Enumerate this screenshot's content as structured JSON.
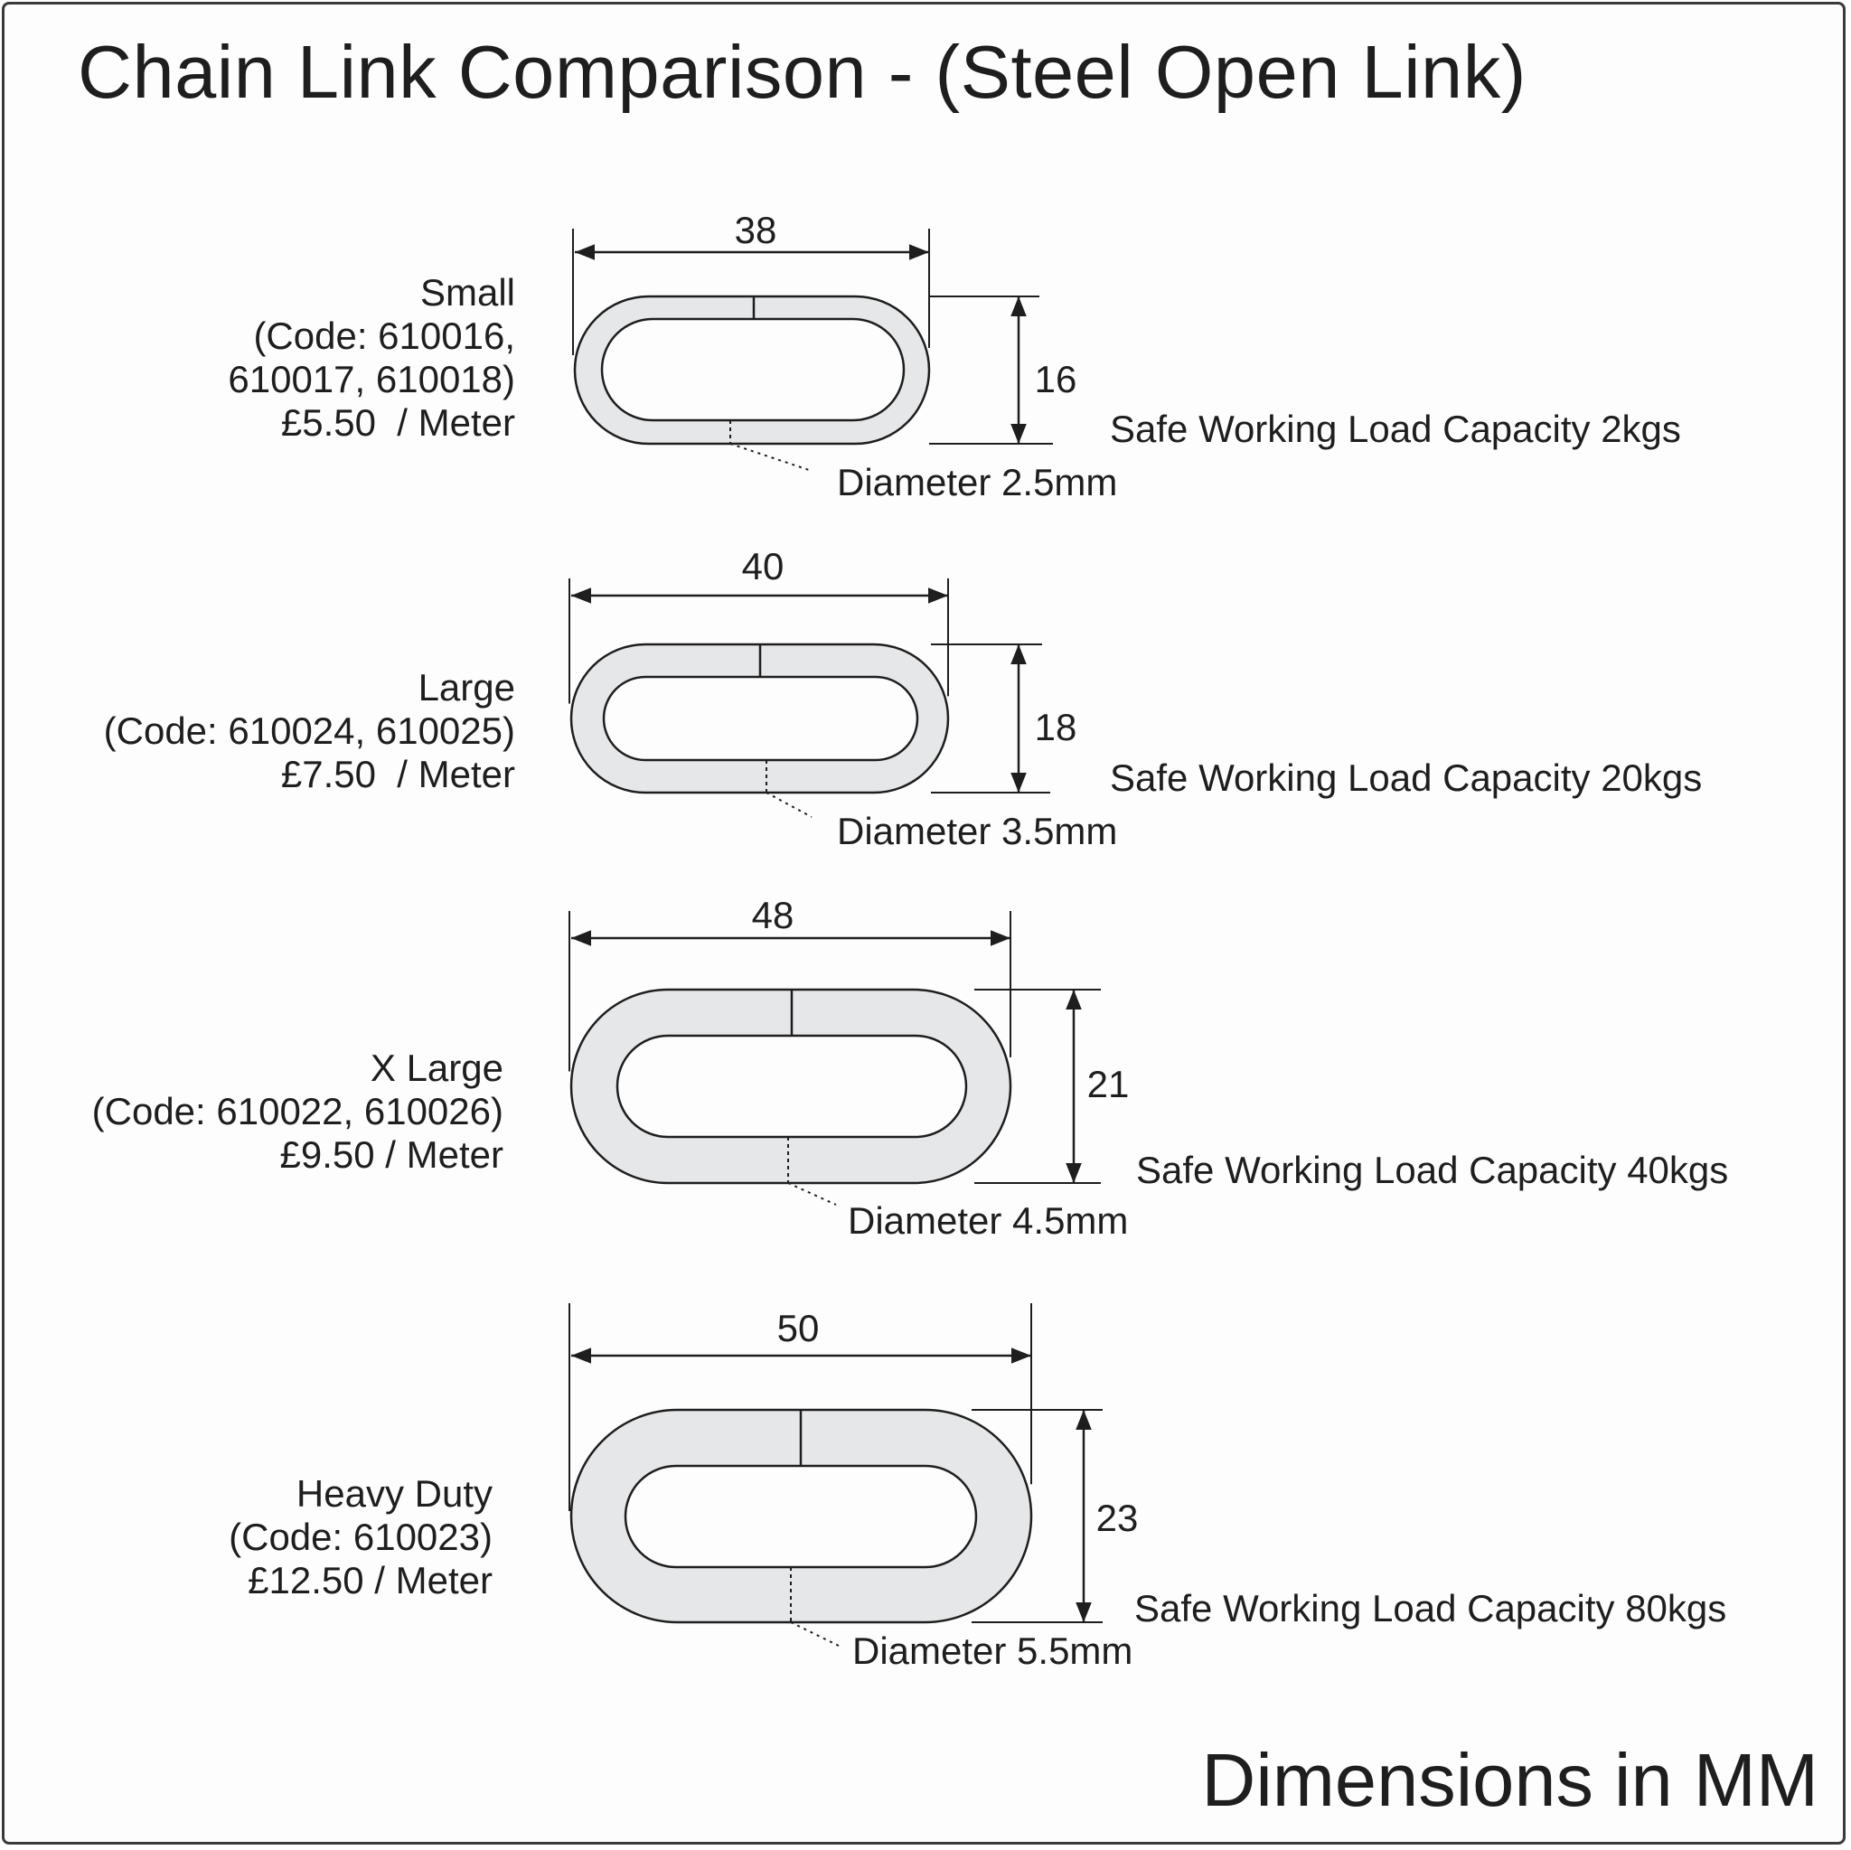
{
  "title": "Chain Link Comparison - (Steel Open Link)",
  "footer": "Dimensions in MM",
  "colors": {
    "link_fill": "#e6e7e8",
    "line": "#1e1e1e",
    "background": "#fdfdfd",
    "frame": "#3a3a3a"
  },
  "links": [
    {
      "name": "Small",
      "code_lines": [
        "(Code: 610016,",
        "610017, 610018)"
      ],
      "price": "£5.50  / Meter",
      "width_mm": "38",
      "height_mm": "16",
      "diameter": "Diameter 2.5mm",
      "swl": "Safe Working Load Capacity 2kgs"
    },
    {
      "name": "Large",
      "code_lines": [
        "(Code: 610024, 610025)"
      ],
      "price": "£7.50  / Meter",
      "width_mm": "40",
      "height_mm": "18",
      "diameter": "Diameter 3.5mm",
      "swl": "Safe Working Load Capacity 20kgs"
    },
    {
      "name": "X Large",
      "code_lines": [
        "(Code: 610022, 610026)"
      ],
      "price": "£9.50 / Meter",
      "width_mm": "48",
      "height_mm": "21",
      "diameter": "Diameter 4.5mm",
      "swl": "Safe Working Load Capacity 40kgs"
    },
    {
      "name": "Heavy Duty",
      "code_lines": [
        "(Code: 610023)"
      ],
      "price": "£12.50 / Meter",
      "width_mm": "50",
      "height_mm": "23",
      "diameter": "Diameter 5.5mm",
      "swl": "Safe Working Load Capacity 80kgs"
    }
  ]
}
